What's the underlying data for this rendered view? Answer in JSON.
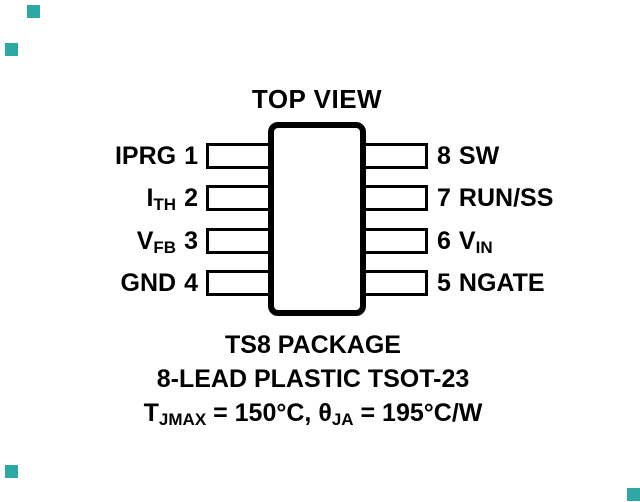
{
  "colors": {
    "ink": "#000000",
    "background": "#ffffff",
    "marker": "#2ea8a2"
  },
  "diagram": {
    "title": "TOP VIEW",
    "left_pins": [
      {
        "name": "IPRG",
        "sub": "",
        "number": "1"
      },
      {
        "name": "I",
        "sub": "TH",
        "number": "2"
      },
      {
        "name": "V",
        "sub": "FB",
        "number": "3"
      },
      {
        "name": "GND",
        "sub": "",
        "number": "4"
      }
    ],
    "right_pins": [
      {
        "number": "8",
        "name": "SW",
        "sub": ""
      },
      {
        "number": "7",
        "name": "RUN/SS",
        "sub": ""
      },
      {
        "number": "6",
        "name": "V",
        "sub": "IN"
      },
      {
        "number": "5",
        "name": "NGATE",
        "sub": ""
      }
    ],
    "captions": {
      "package_name": "TS8 PACKAGE",
      "package_desc": "8-LEAD PLASTIC TSOT-23"
    },
    "thermal": {
      "t": "T",
      "t_sub": "JMAX",
      "mid": " = 150°C, ",
      "theta": "θ",
      "theta_sub": "JA",
      "end": " = 195°C/W"
    }
  }
}
